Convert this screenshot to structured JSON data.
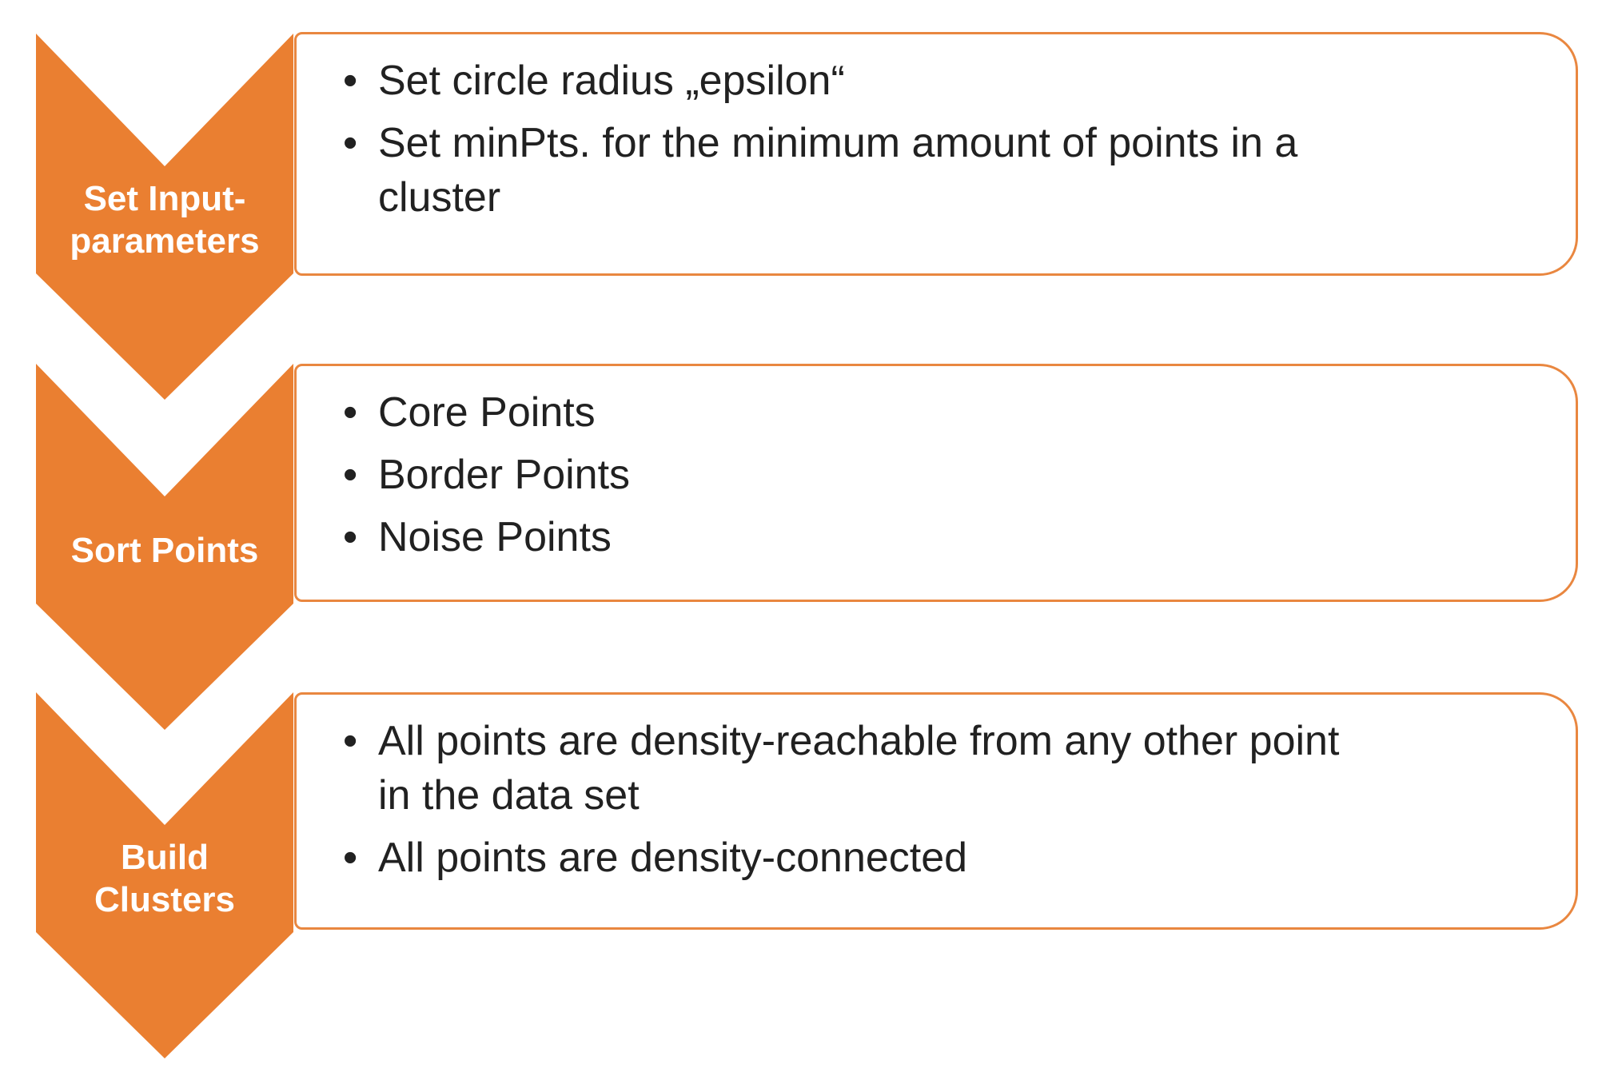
{
  "diagram": {
    "type": "vertical-chevron-list",
    "steps": [
      {
        "label_lines": [
          "Set Input-",
          "parameters"
        ],
        "bullets": [
          {
            "lines": [
              "Set circle radius „epsilon“"
            ]
          },
          {
            "lines": [
              "Set minPts. for the minimum amount of points in a",
              "cluster"
            ]
          }
        ]
      },
      {
        "label_lines": [
          "Sort Points"
        ],
        "bullets": [
          {
            "lines": [
              "Core Points"
            ]
          },
          {
            "lines": [
              "Border Points"
            ]
          },
          {
            "lines": [
              "Noise Points"
            ]
          }
        ]
      },
      {
        "label_lines": [
          "Build",
          "Clusters"
        ],
        "bullets": [
          {
            "lines": [
              "All points are density-reachable from any other point",
              "in the data set"
            ]
          },
          {
            "lines": [
              "All points are density-connected"
            ]
          }
        ]
      }
    ],
    "colors": {
      "chevron_fill": "#EA7F31",
      "box_border": "#E98740",
      "label_text": "#FFFFFF",
      "bullet_text": "#212121",
      "background": "#FFFFFF"
    }
  }
}
